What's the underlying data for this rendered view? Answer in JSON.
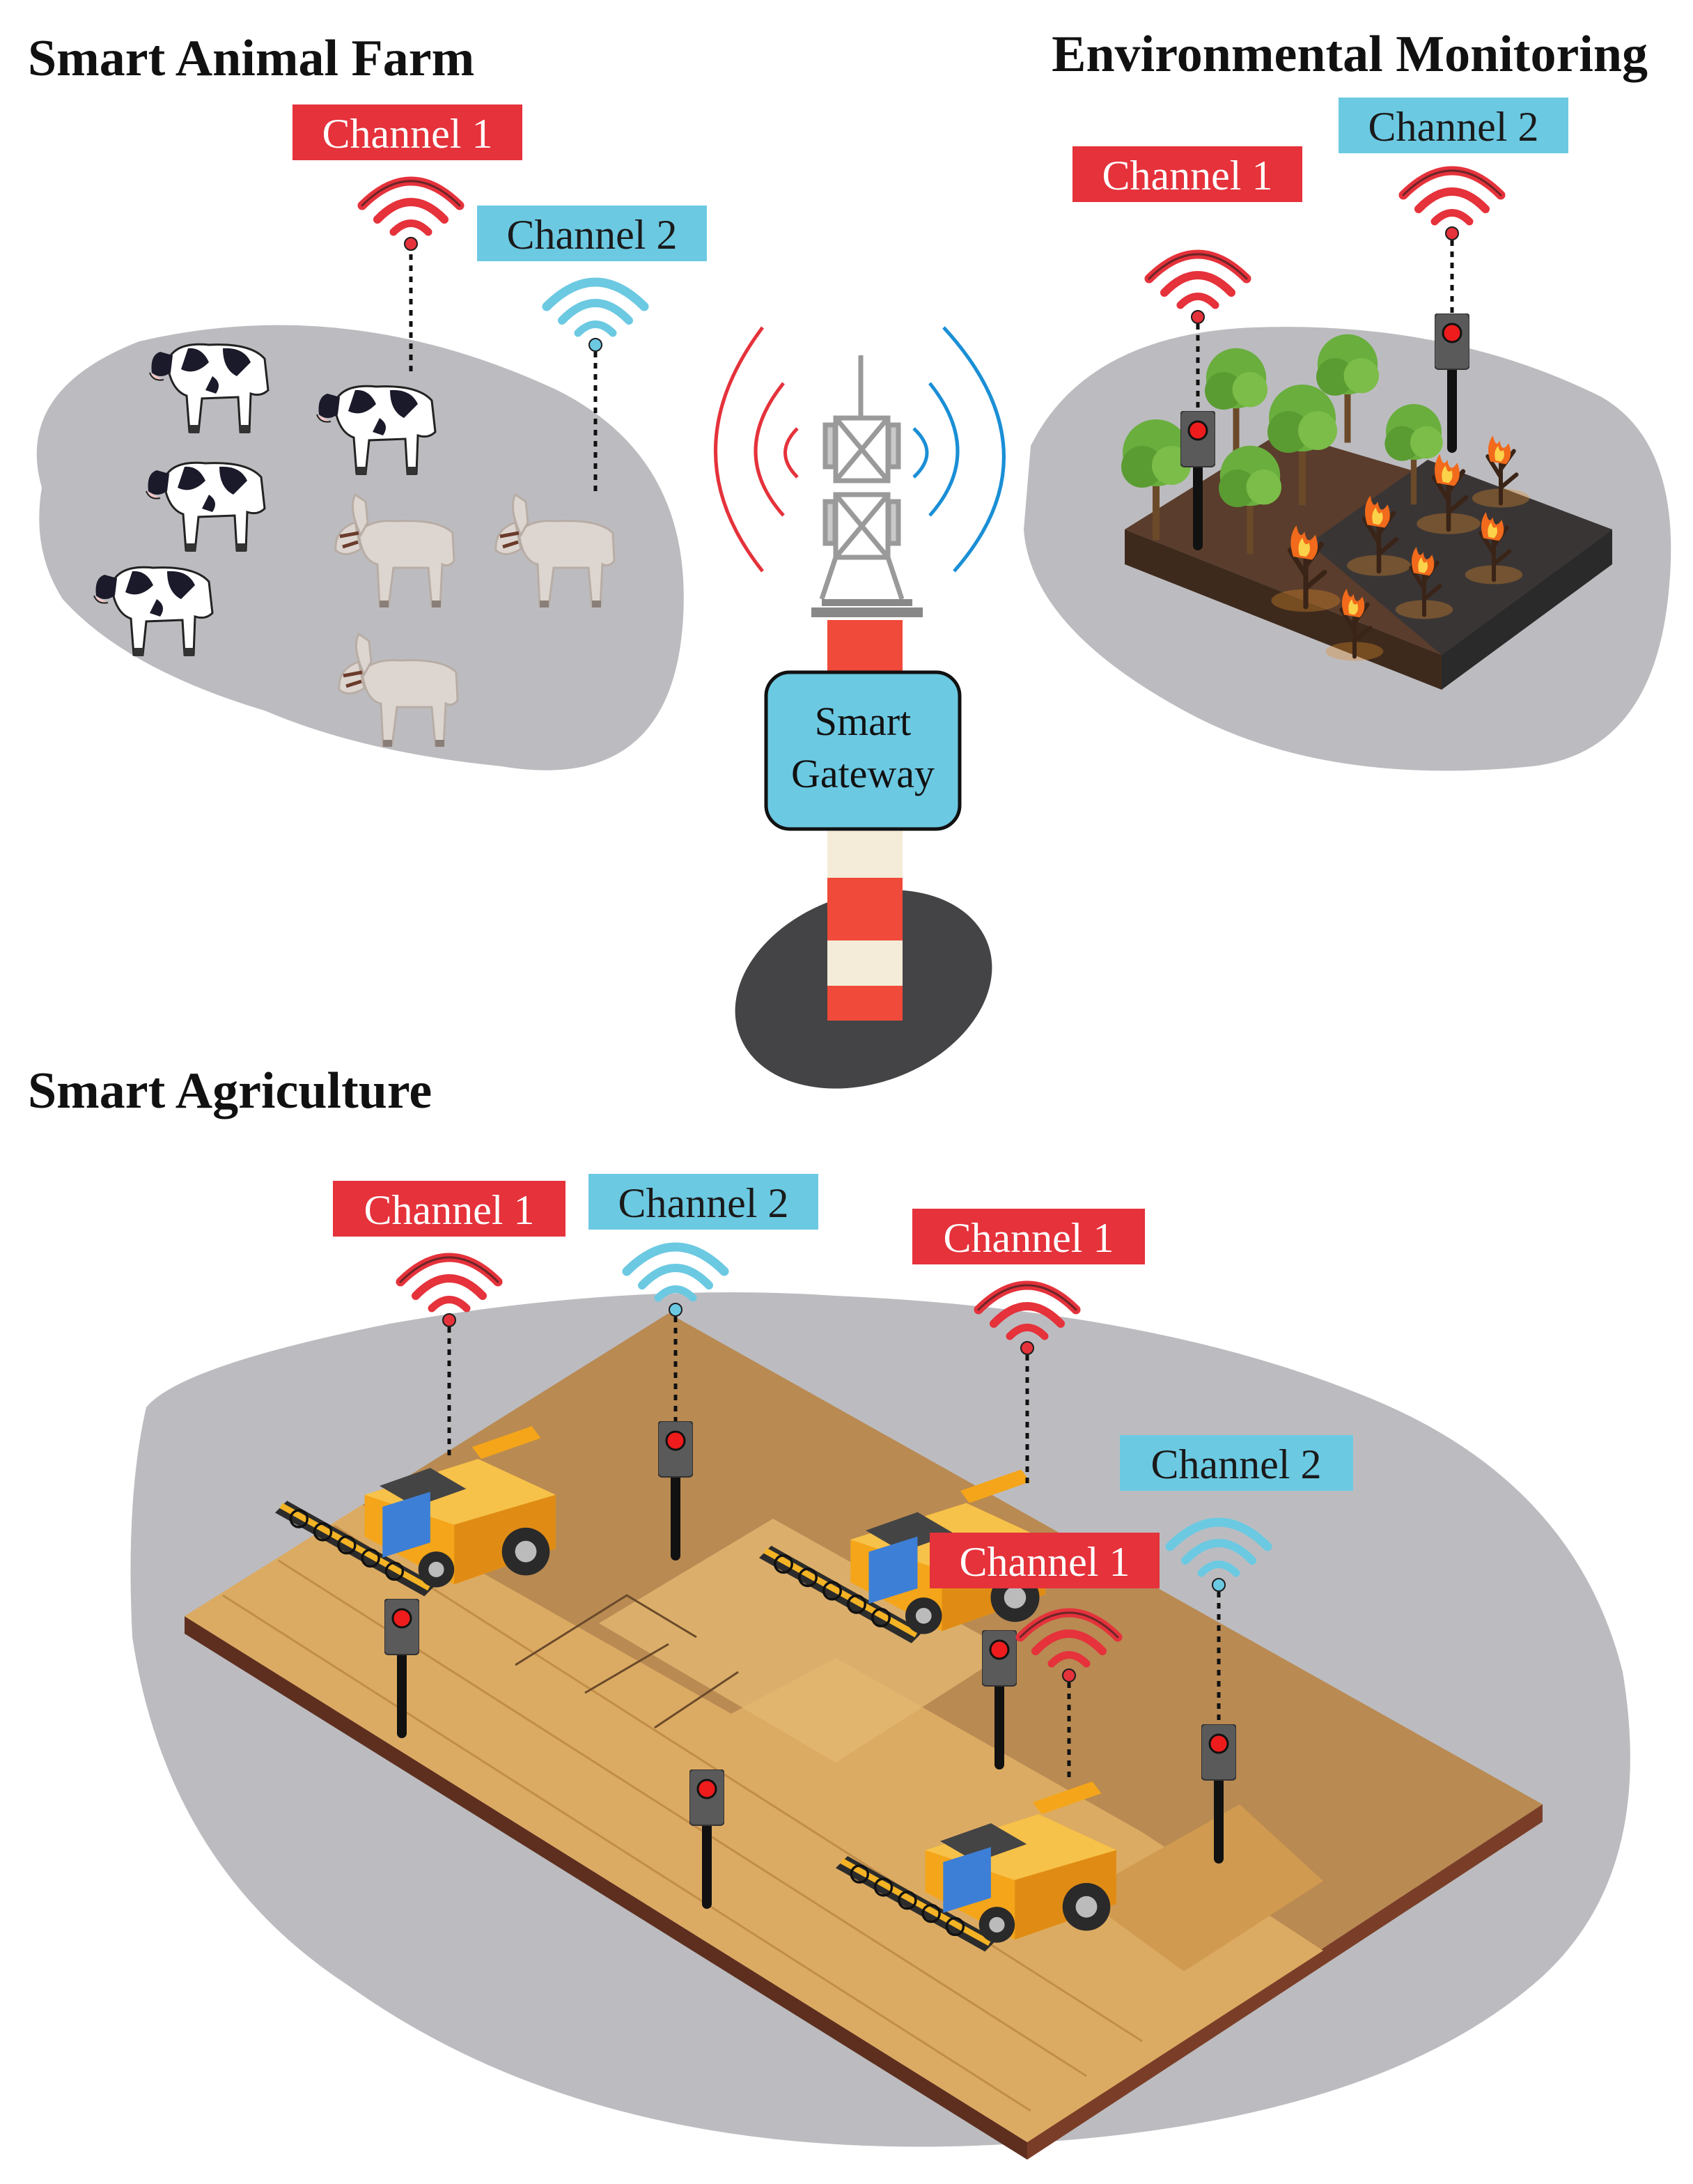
{
  "colors": {
    "channel1": "#e5323b",
    "channel2": "#6cc9e2",
    "region": "#bcbcc0",
    "tower_red": "#f04a3a",
    "tower_cream": "#f4ecd8",
    "soil": "#b98a52",
    "wheat": "#dcab63",
    "harvester": "#f4b324",
    "post": "#555555",
    "sensor_light": "#ee1c1c"
  },
  "sections": {
    "animal_farm": "Smart Animal Farm",
    "environment": "Environmental Monitoring",
    "agriculture": "Smart Agriculture"
  },
  "gateway": {
    "line1": "Smart",
    "line2": "Gateway"
  },
  "channel_labels": {
    "ch1": "Channel 1",
    "ch2": "Channel 2"
  },
  "icons": [
    "wifi-icon",
    "cell-tower-icon",
    "sensor-icon",
    "cow-icon",
    "donkey-icon",
    "tree-icon",
    "fire-icon",
    "harvester-icon"
  ]
}
